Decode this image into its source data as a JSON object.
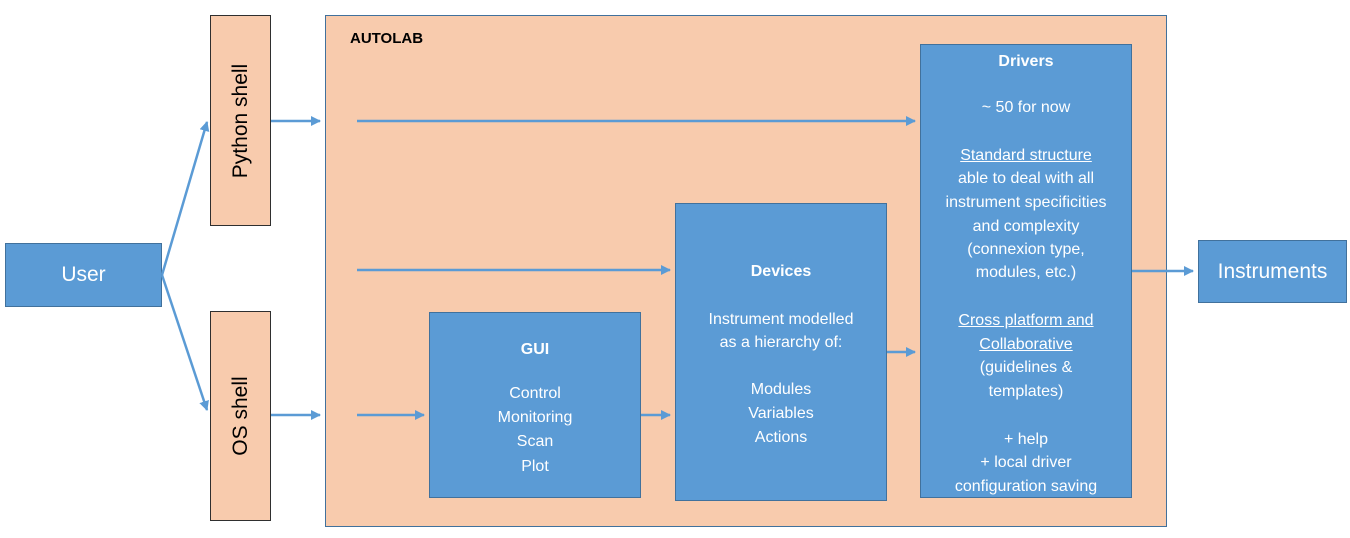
{
  "user": "User",
  "python_shell": "Python shell",
  "os_shell": "OS shell",
  "autolab": "AUTOLAB",
  "instruments": "Instruments",
  "gui": {
    "title": "GUI",
    "lines": [
      "Control",
      "Monitoring",
      "Scan",
      "Plot"
    ]
  },
  "devices": {
    "title": "Devices",
    "line1": "Instrument modelled",
    "line2": "as a hierarchy of:",
    "items": [
      "Modules",
      "Variables",
      "Actions"
    ]
  },
  "drivers": {
    "title": "Drivers",
    "count": "~ 50 for now",
    "std_heading": "Standard structure",
    "std_lines": [
      "able to deal with all",
      "instrument specificities",
      "and complexity",
      "(connexion type,",
      "modules, etc.)"
    ],
    "cross_heading_1": "Cross platform and",
    "cross_heading_2": "Collaborative",
    "cross_lines": [
      "(guidelines &",
      "templates)"
    ],
    "extra_lines": [
      "+ help",
      "+ local driver",
      "configuration saving"
    ]
  },
  "colors": {
    "blue": "#5b9bd5",
    "peach": "#f8cbad",
    "arrow": "#5b9bd5"
  }
}
